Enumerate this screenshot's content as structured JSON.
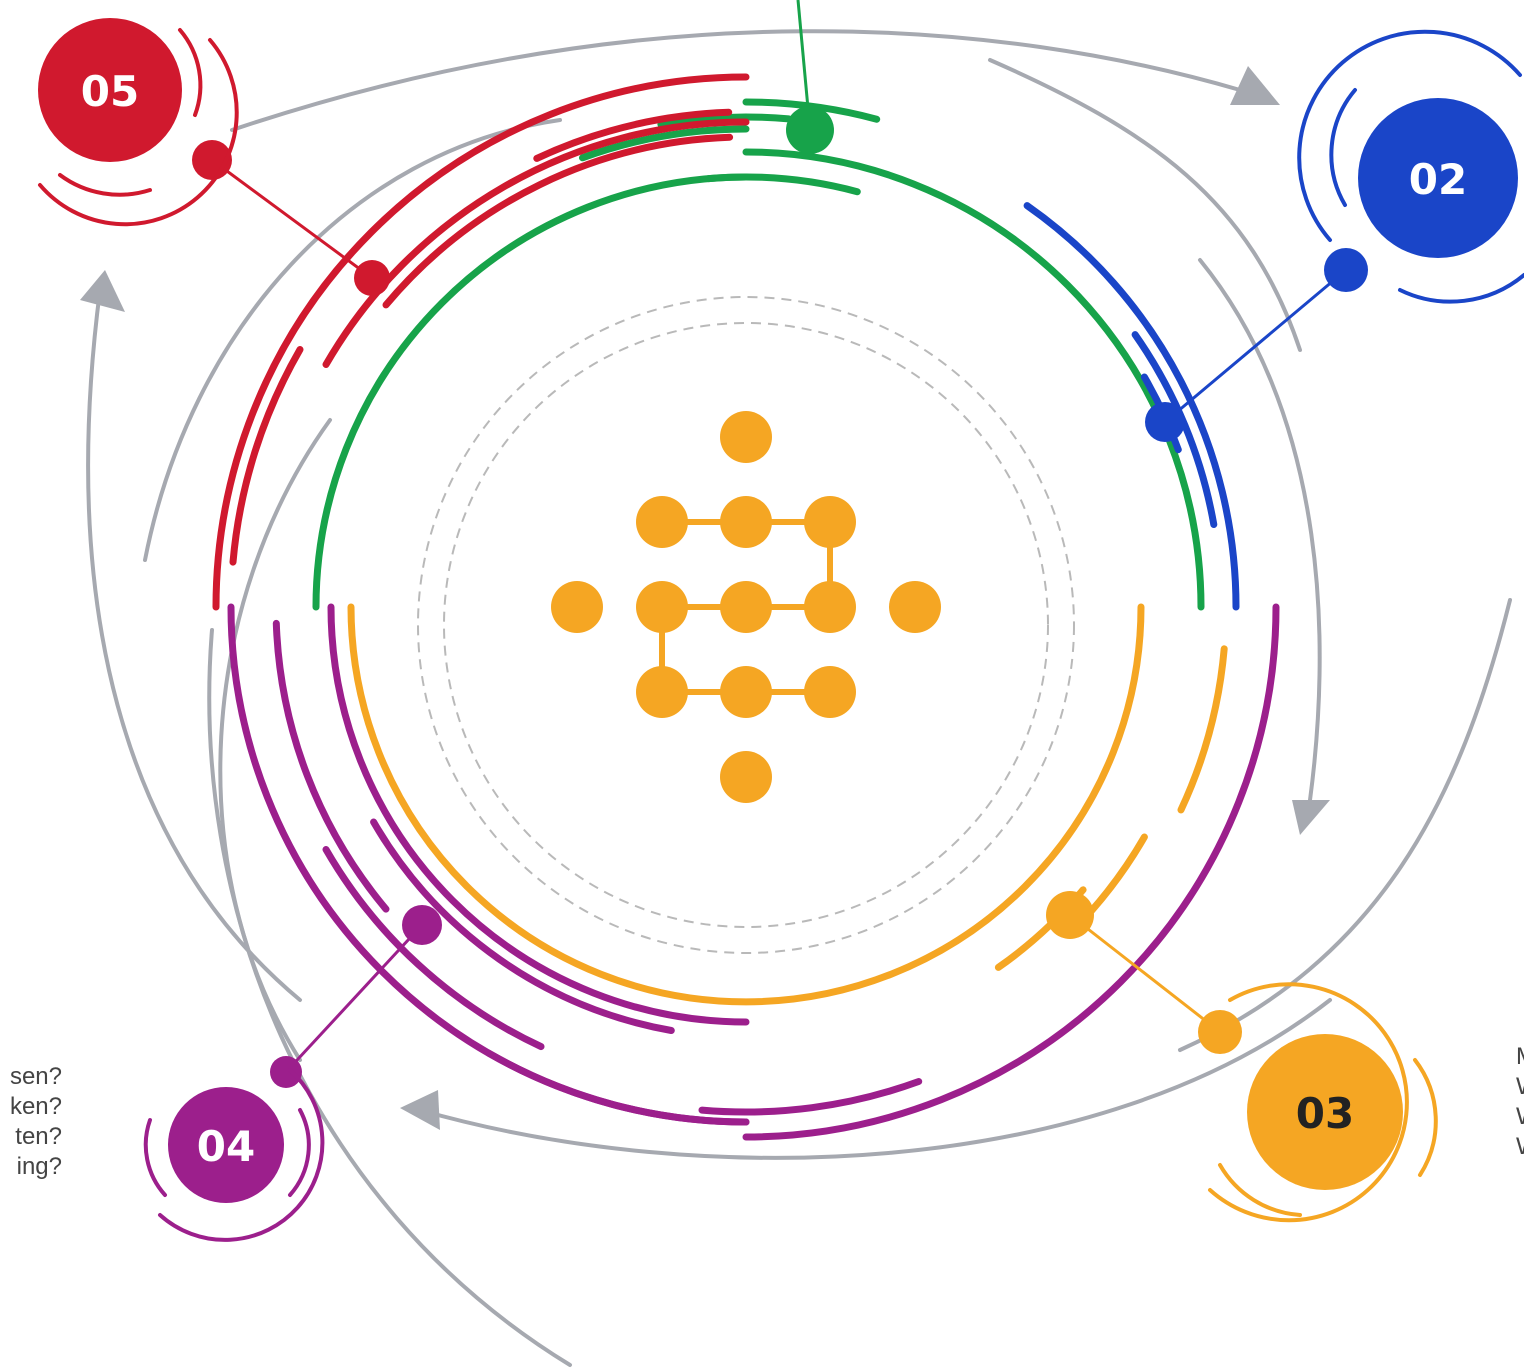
{
  "colors": {
    "step_05": "#d0192e",
    "step_02": "#1a45c8",
    "step_03": "#f5a623",
    "step_04": "#9c1f8c",
    "step_01": "#17a34a",
    "center_icon": "#f5a623",
    "arrows": "#a6a9b0",
    "dashed_ring": "#b9b9b9"
  },
  "badges": [
    {
      "id": "05",
      "label": "05"
    },
    {
      "id": "02",
      "label": "02"
    },
    {
      "id": "03",
      "label": "03"
    },
    {
      "id": "04",
      "label": "04"
    }
  ],
  "left_text_lines": [
    "sen?",
    "ken?",
    "ten?",
    "ing?"
  ],
  "right_text_lines": [
    "M",
    "W",
    "W",
    "W"
  ],
  "center_icon_name": "network-grid-icon"
}
